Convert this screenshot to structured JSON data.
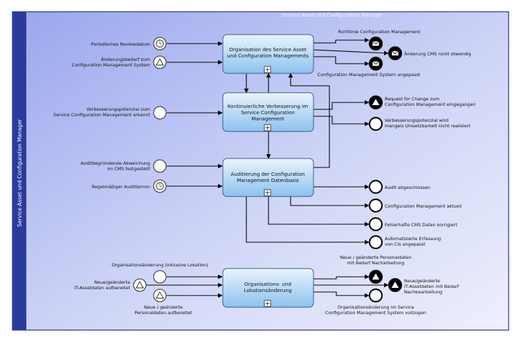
{
  "pool": {
    "lane_label": "Service Asset und Configuration Manager",
    "header_label": "Service Asset und Configuration Manager"
  },
  "tasks": {
    "organisation": [
      "Organisation des Service Asset",
      "und Configuration Managements"
    ],
    "verbesserung": [
      "Kontinuierliche Verbesserung im",
      "Service Configuration",
      "Management"
    ],
    "auditierung": [
      "Auditierung der Configuration",
      "Management Datenbasis"
    ],
    "aenderung": [
      "Organisations- und",
      "Lokationsänderung"
    ]
  },
  "start_events": {
    "review": [
      "Periodisches Reviewdatum"
    ],
    "aenderungsbedarf": [
      "Änderungsbedarf zum",
      "Configuration Management System"
    ],
    "verbesserungspotenzial": [
      "Verbesserungspotenzial zum",
      "Service Configuration Management erkannt"
    ],
    "auditabweichung": [
      "Auditbegründende Abweichung",
      "im CMS festgestellt"
    ],
    "audittermin": [
      "Regelmäßiger Audittermin"
    ],
    "organisationsaenderung": [
      "Organisationsänderung (inklusive Lokation)"
    ],
    "assetdaten": [
      "Neue/geänderte",
      "IT-Assetdaten aufbereitet"
    ],
    "personaldaten": [
      "Neue / geänderte",
      "Personaldaten aufbereitet"
    ]
  },
  "end_events": {
    "richtlinie": [
      "Richtlinie Configuration Management"
    ],
    "cms_nicht_notwendig": [
      "Änderung CMS nicht otwendig"
    ],
    "cms_angepasst": [
      "Configuration Management System angepasst"
    ],
    "rfc": [
      "Request for Change zum",
      "Configuration Management eingegangen"
    ],
    "nicht_realisiert": [
      "Verbesserungspotenzial wird",
      "mangels Umsetzbarkeit nicht realisiert"
    ],
    "audit_abgeschlossen": [
      "Audit abgeschlossen"
    ],
    "cm_aktuell": [
      "Configuration Management aktuell"
    ],
    "fehlerhafte_daten": [
      "Fehlerhafte CMS Daten korrigiert"
    ],
    "automatisierte_erfassung": [
      "Automatisierte Erfassung",
      "von CIs angepasst"
    ],
    "personal_nacharbeitung": [
      "Neue / geänderte Personaldaten",
      "mit Bedarf Nacharbeitung"
    ],
    "asset_nachbearbeitung": [
      "Neue/geänderte",
      "IT-Assetdaten mit Bedarf",
      "Nachbearbeitung"
    ],
    "organisation_vollzogen": [
      "Organisationsänderung im Service",
      "Configuration Management System vollzogen"
    ]
  },
  "colors": {
    "pool_fill": "#c6ccf4",
    "lane_fill": "#2a3b9c",
    "task_top": "#e9f3fc",
    "task_bottom": "#8fc4ee",
    "task_stroke": "#3a5a8a",
    "end_event_fill": "#000000"
  },
  "icons": {
    "timer": "clock-icon",
    "conditional": "triangle-icon",
    "message": "envelope-icon",
    "escalation": "triangle-filled-icon",
    "subprocess": "plus-box-icon"
  }
}
